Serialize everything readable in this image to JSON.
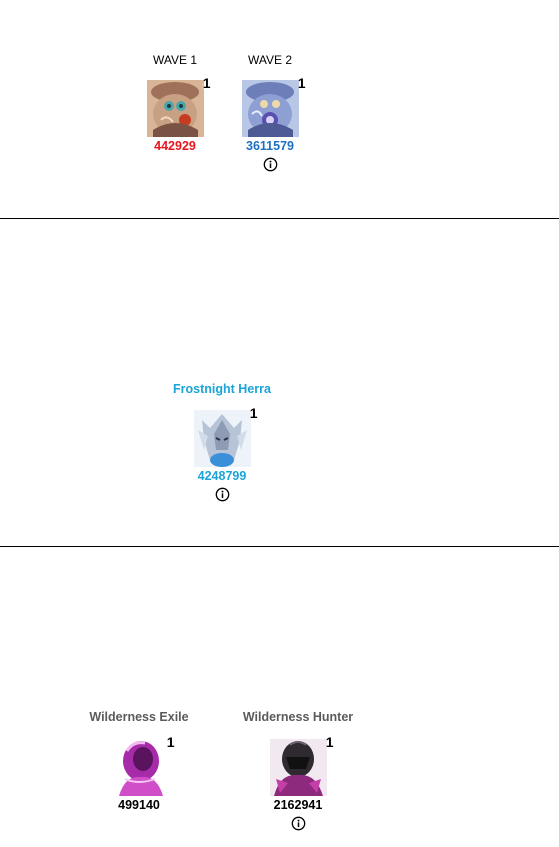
{
  "colors": {
    "wave1_hp": "#e8141e",
    "wave2_hp": "#1f6fc1",
    "herra": "#1ba4d8",
    "wilderness_name": "#5b5b5b",
    "wilderness_hp": "#000000"
  },
  "section1": {
    "wave1": {
      "label": "WAVE 1",
      "count": "1",
      "hp": "442929"
    },
    "wave2": {
      "label": "WAVE 2",
      "count": "1",
      "hp": "3611579"
    }
  },
  "section2": {
    "boss": {
      "name": "Frostnight Herra",
      "count": "1",
      "hp": "4248799"
    }
  },
  "section3": {
    "exile": {
      "name": "Wilderness Exile",
      "count": "1",
      "hp": "499140"
    },
    "hunter": {
      "name": "Wilderness Hunter",
      "count": "1",
      "hp": "2162941"
    }
  }
}
